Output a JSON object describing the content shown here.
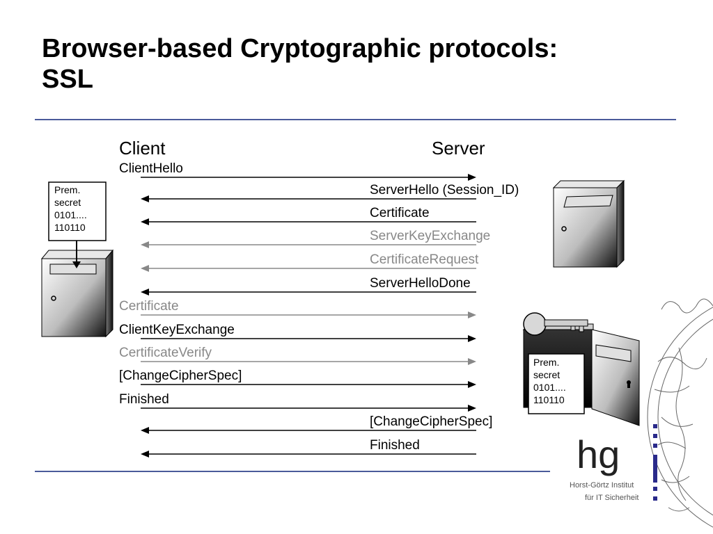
{
  "title": "Browser-based Cryptographic protocols: SSL",
  "title_lines": [
    "Browser-based Cryptographic protocols:",
    "SSL"
  ],
  "actors": {
    "client": "Client",
    "server": "Server"
  },
  "messages": [
    {
      "label": "ClientHello",
      "direction": "to-server",
      "style": "required"
    },
    {
      "label": "ServerHello (Session_ID)",
      "direction": "to-client",
      "style": "required"
    },
    {
      "label": "Certificate",
      "direction": "to-client",
      "style": "required"
    },
    {
      "label": "ServerKeyExchange",
      "direction": "to-client",
      "style": "optional"
    },
    {
      "label": "CertificateRequest",
      "direction": "to-client",
      "style": "optional"
    },
    {
      "label": "ServerHelloDone",
      "direction": "to-client",
      "style": "required"
    },
    {
      "label": "Certificate",
      "direction": "to-server",
      "style": "optional"
    },
    {
      "label": "ClientKeyExchange",
      "direction": "to-server",
      "style": "required"
    },
    {
      "label": "CertificateVerify",
      "direction": "to-server",
      "style": "optional"
    },
    {
      "label": "[ChangeCipherSpec]",
      "direction": "to-server",
      "style": "required"
    },
    {
      "label": "Finished",
      "direction": "to-server",
      "style": "required"
    },
    {
      "label": "[ChangeCipherSpec]",
      "direction": "to-client",
      "style": "required"
    },
    {
      "label": "Finished",
      "direction": "to-client",
      "style": "required"
    }
  ],
  "client_note": [
    "Prem.",
    "secret",
    "0101....",
    "110110"
  ],
  "server_note": [
    "Prem.",
    "secret",
    "0101....",
    "110110"
  ],
  "logo": {
    "mark": "hg",
    "line1": "Horst-Görtz Institut",
    "line2": "für IT Sicherheit"
  },
  "colors": {
    "required": "#000000",
    "optional": "#888888",
    "rule": "#4a5a9a",
    "logo_blue": "#2a2a8a"
  }
}
